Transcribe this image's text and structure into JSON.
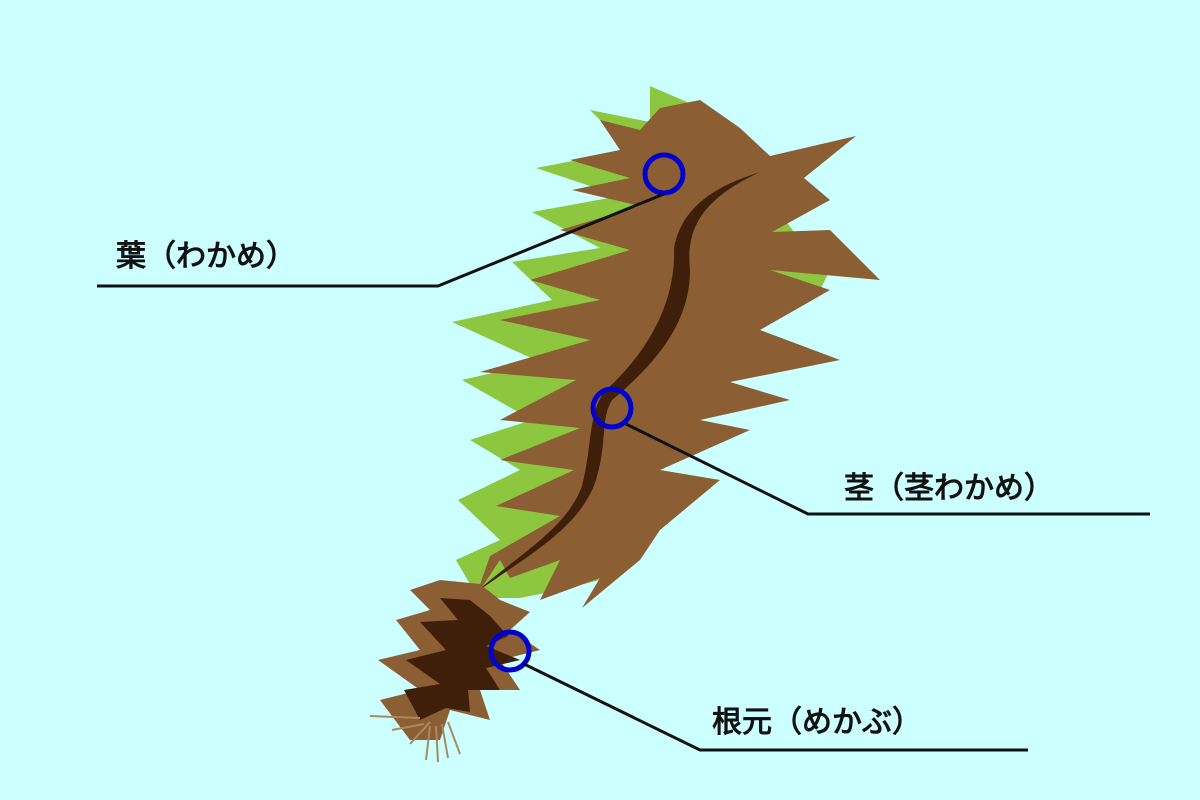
{
  "colors": {
    "background": "#ccffff",
    "leaf_green": "#8dc63f",
    "blade_brown": "#8b5e34",
    "stem_dark": "#3f1f0a",
    "marker": "#0000cc",
    "leader_line": "#111111"
  },
  "labels": {
    "leaf": "葉（わかめ）",
    "stem": "茎（茎わかめ）",
    "root": "根元（めかぶ）"
  }
}
